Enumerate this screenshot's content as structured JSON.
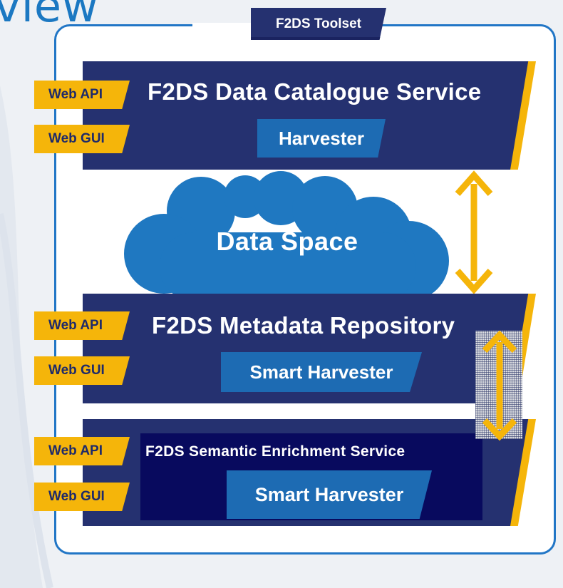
{
  "slide": {
    "title_fragment": "view"
  },
  "toolset": {
    "tab_label": "F2DS Toolset"
  },
  "services": [
    {
      "title": "F2DS Data Catalogue Service",
      "component": "Harvester",
      "tags": [
        "Web API",
        "Web GUI"
      ]
    },
    {
      "title": "F2DS Metadata Repository",
      "component": "Smart Harvester",
      "tags": [
        "Web API",
        "Web GUI"
      ]
    },
    {
      "title": "F2DS Semantic Enrichment Service",
      "component": "Smart Harvester",
      "tags": [
        "Web API",
        "Web GUI"
      ]
    }
  ],
  "data_space": {
    "label": "Data Space"
  },
  "connectors": [
    {
      "from": "F2DS Data Catalogue Service",
      "to": "F2DS Metadata Repository",
      "style": "double-arrow"
    },
    {
      "from": "F2DS Metadata Repository",
      "to": "F2DS Semantic Enrichment Service",
      "style": "double-arrow"
    }
  ],
  "colors": {
    "navy": "#253170",
    "blue": "#1d6bb3",
    "accent_yellow": "#f5b50a",
    "frame_blue": "#2176c6",
    "cloud_blue": "#1f78c1",
    "title_blue": "#1b78c2",
    "overlay_navy": "#080a5e"
  }
}
